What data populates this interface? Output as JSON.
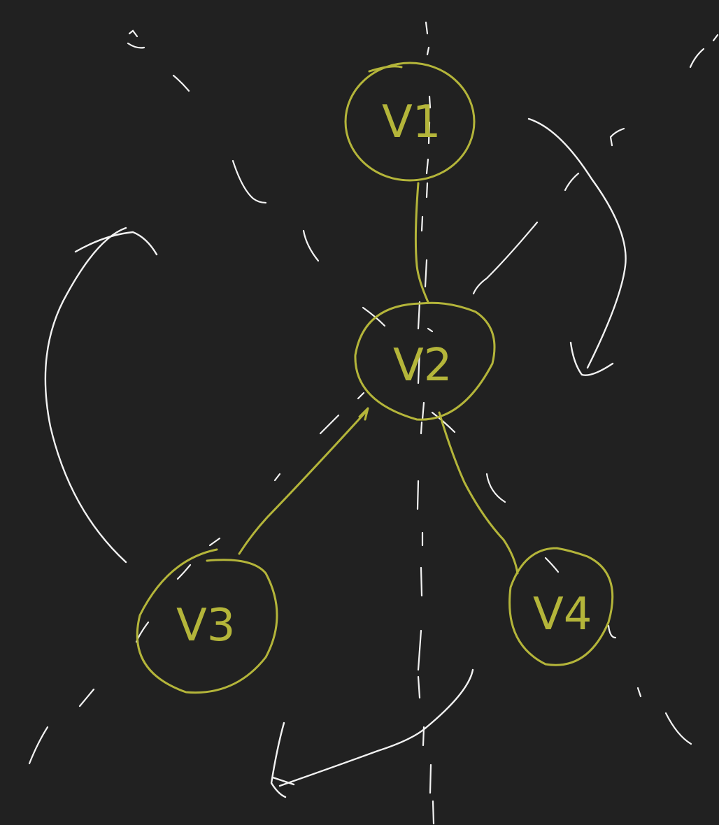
{
  "colors": {
    "background": "#212121",
    "node_ink": "#b4b53a",
    "annotation_ink": "#f2f2f2"
  },
  "diagram": {
    "type": "graph",
    "nodes": [
      {
        "id": "v1",
        "label": "V1"
      },
      {
        "id": "v2",
        "label": "V2"
      },
      {
        "id": "v3",
        "label": "V3"
      },
      {
        "id": "v4",
        "label": "V4"
      }
    ],
    "edges": [
      {
        "from": "v1",
        "to": "v2",
        "directed": false
      },
      {
        "from": "v3",
        "to": "v2",
        "directed": true
      },
      {
        "from": "v2",
        "to": "v4",
        "directed": false
      }
    ],
    "annotations": {
      "rotation_arrows": [
        "clockwise-right",
        "counterclockwise-left",
        "bottom"
      ],
      "symmetry_axis": "vertical-dashed"
    }
  }
}
